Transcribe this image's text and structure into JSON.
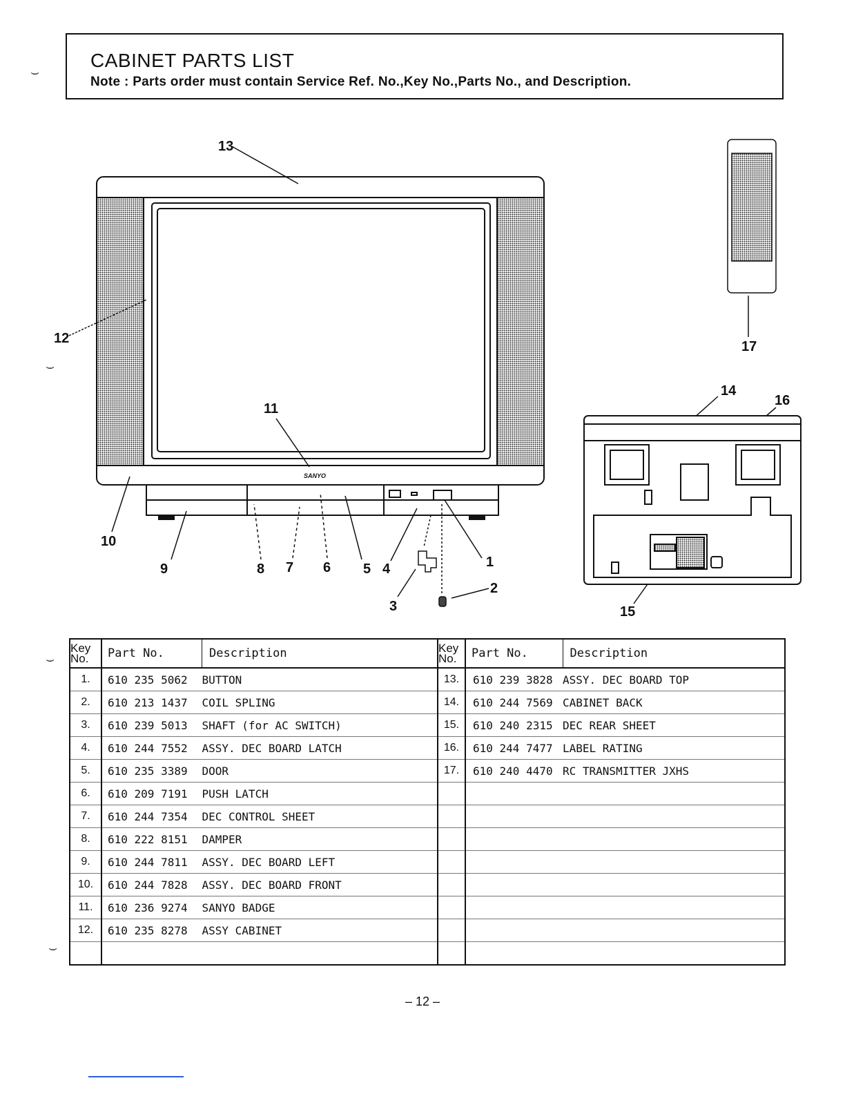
{
  "header": {
    "title": "CABINET PARTS LIST",
    "note": "Note : Parts order must contain Service Ref. No.,Key No.,Parts No., and Description."
  },
  "diagram": {
    "brand_label": "SANYO",
    "callouts": [
      "1",
      "2",
      "3",
      "4",
      "5",
      "6",
      "7",
      "8",
      "9",
      "10",
      "11",
      "12",
      "13",
      "14",
      "15",
      "16",
      "17"
    ]
  },
  "table": {
    "headers": {
      "key": "Key No.",
      "part": "Part No.",
      "description": "Description"
    },
    "left_rows": [
      {
        "key": "1.",
        "part": "610 235 5062",
        "description": "BUTTON"
      },
      {
        "key": "2.",
        "part": "610 213 1437",
        "description": "COIL SPLING"
      },
      {
        "key": "3.",
        "part": "610 239 5013",
        "description": "SHAFT (for AC SWITCH)"
      },
      {
        "key": "4.",
        "part": "610 244 7552",
        "description": "ASSY. DEC BOARD LATCH"
      },
      {
        "key": "5.",
        "part": "610 235 3389",
        "description": "DOOR"
      },
      {
        "key": "6.",
        "part": "610 209 7191",
        "description": "PUSH LATCH"
      },
      {
        "key": "7.",
        "part": "610 244 7354",
        "description": "DEC CONTROL SHEET"
      },
      {
        "key": "8.",
        "part": "610 222 8151",
        "description": "DAMPER"
      },
      {
        "key": "9.",
        "part": "610 244 7811",
        "description": "ASSY. DEC BOARD LEFT"
      },
      {
        "key": "10.",
        "part": "610 244 7828",
        "description": "ASSY. DEC BOARD FRONT"
      },
      {
        "key": "11.",
        "part": "610 236 9274",
        "description": "SANYO BADGE"
      },
      {
        "key": "12.",
        "part": "610 235 8278",
        "description": "ASSY CABINET"
      },
      {
        "key": "",
        "part": "",
        "description": ""
      }
    ],
    "right_rows": [
      {
        "key": "13.",
        "part": "610 239 3828",
        "description": "ASSY. DEC BOARD TOP"
      },
      {
        "key": "14.",
        "part": "610 244 7569",
        "description": "CABINET BACK"
      },
      {
        "key": "15.",
        "part": "610 240 2315",
        "description": "DEC REAR SHEET"
      },
      {
        "key": "16.",
        "part": "610 244 7477",
        "description": "LABEL RATING"
      },
      {
        "key": "17.",
        "part": "610 240 4470",
        "description": "RC TRANSMITTER JXHS"
      },
      {
        "key": "",
        "part": "",
        "description": ""
      },
      {
        "key": "",
        "part": "",
        "description": ""
      },
      {
        "key": "",
        "part": "",
        "description": ""
      },
      {
        "key": "",
        "part": "",
        "description": ""
      },
      {
        "key": "",
        "part": "",
        "description": ""
      },
      {
        "key": "",
        "part": "",
        "description": ""
      },
      {
        "key": "",
        "part": "",
        "description": ""
      },
      {
        "key": "",
        "part": "",
        "description": ""
      }
    ]
  },
  "footer": {
    "page": "– 12 –"
  }
}
